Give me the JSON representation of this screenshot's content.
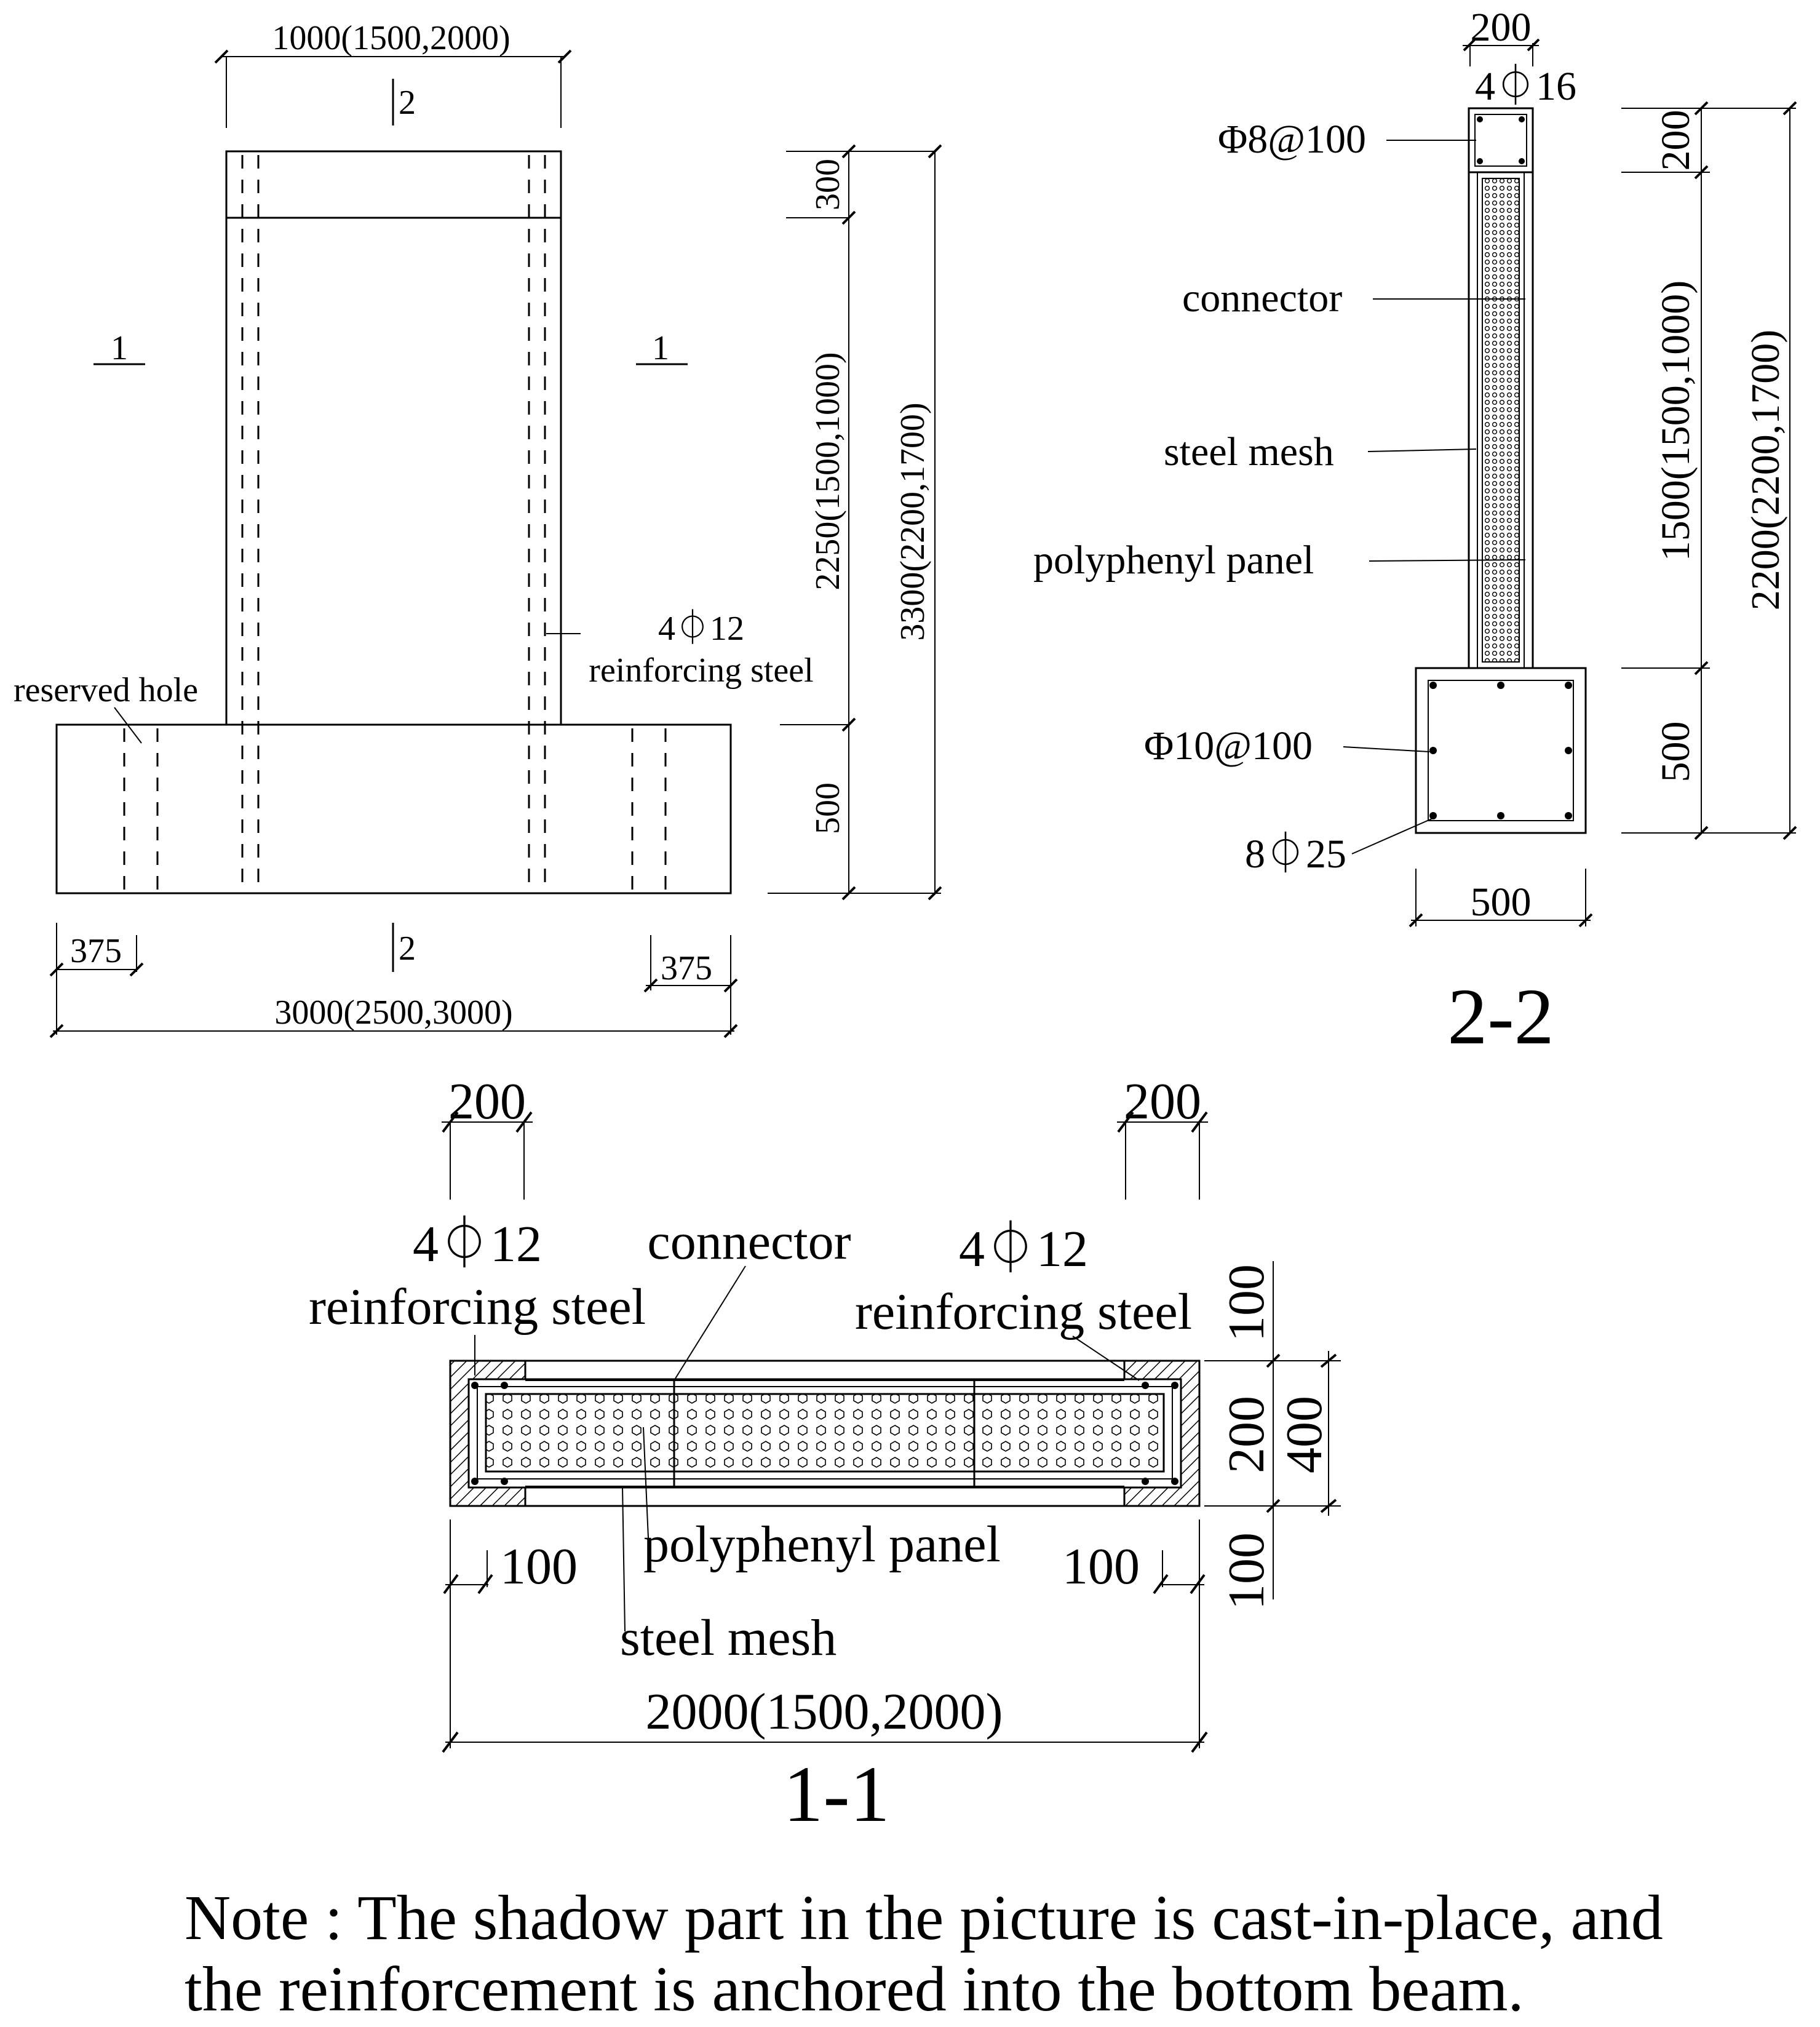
{
  "elevation": {
    "top_width_dim": "1000(1500,2000)",
    "section_marker_2": "2",
    "section_marker_1": "1",
    "dim_300": "300",
    "dim_2250": "2250(1500,1000)",
    "dim_3300": "3300(2200,1700)",
    "dim_500": "500",
    "rebar_label_1": "4⏀12",
    "rebar_label_2": "reinforcing steel",
    "reserved_hole": "reserved hole",
    "dim_375_left": "375",
    "dim_375_right": "375",
    "bottom_width_dim": "3000(2500,3000)"
  },
  "section_2_2": {
    "top_width": "200",
    "top_bars": "4⏀16",
    "stirrup_top": "Φ8@100",
    "connector": "connector",
    "steel_mesh": "steel mesh",
    "polyphenyl_panel": "polyphenyl panel",
    "stirrup_bottom": "Φ10@100",
    "bottom_bars": "8⏀25",
    "dim_200": "200",
    "dim_1500": "1500(1500,1000)",
    "dim_500": "500",
    "dim_2200": "2200(2200,1700)",
    "bottom_width": "500",
    "caption": "2-2"
  },
  "section_1_1": {
    "dim_200_left": "200",
    "dim_200_right": "200",
    "rebar_left_1": "4⏀12",
    "rebar_left_2": "reinforcing steel",
    "connector": "connector",
    "rebar_right_1": "4⏀12",
    "rebar_right_2": "reinforcing steel",
    "dim_100_top": "100",
    "dim_200_mid": "200",
    "dim_400": "400",
    "dim_100_bottom": "100",
    "dim_100_left": "100",
    "dim_100_right": "100",
    "polyphenyl_panel": "polyphenyl panel",
    "steel_mesh": "steel mesh",
    "total_width": "2000(1500,2000)",
    "caption": "1-1"
  },
  "note": {
    "line1": "Note : The shadow part in the picture is cast-in-place, and",
    "line2": "the reinforcement is anchored into the bottom beam."
  }
}
